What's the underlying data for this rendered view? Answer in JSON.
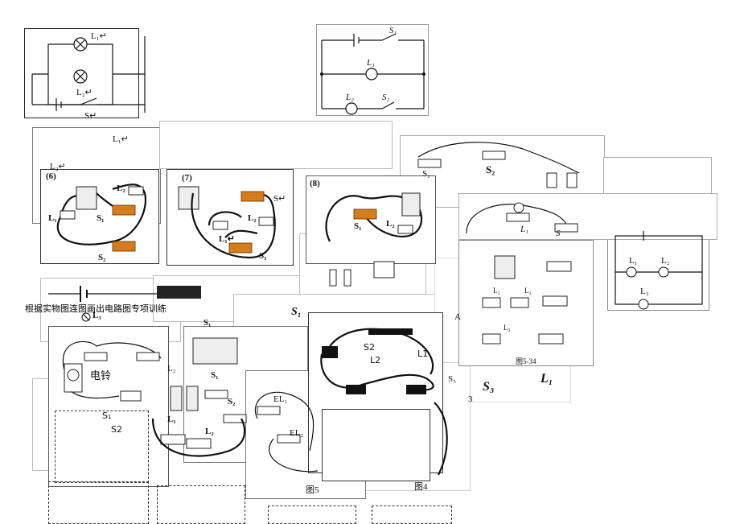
{
  "doc": {
    "title": "根据实物图连图画出电路图专项训练"
  },
  "labels": {
    "l1": "L₁",
    "l2": "L₂",
    "l3": "L₃",
    "l1_mark": "L₁↵",
    "l2_mark": "L₂↵",
    "s_mark": "S↵",
    "s": "S",
    "s1": "S₁",
    "s2": "S₂",
    "s3": "S₃",
    "s1_plain": "S1",
    "s2_plain": "S2",
    "l1_plain": "L1",
    "l2_plain": "L2",
    "el1": "EL₁",
    "el2": "EL₂",
    "bell": "电铃",
    "a": "A",
    "num3": "3",
    "fig6": "(6)",
    "fig7": "(7)",
    "fig8": "(8)",
    "fig5": "图5",
    "fig4": "图4",
    "fig534": "图5-34"
  }
}
